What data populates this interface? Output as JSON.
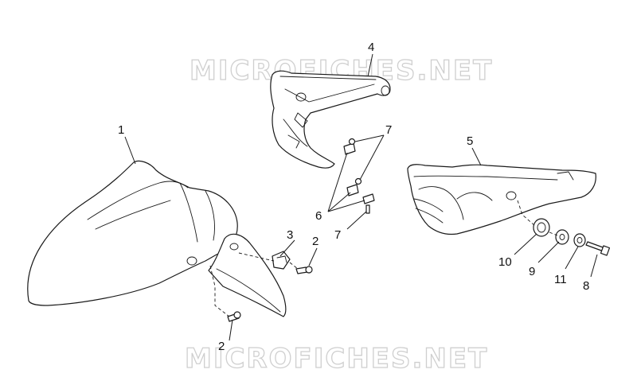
{
  "watermark": "MICROFICHES.NET",
  "colors": {
    "line": "#1a1a1a",
    "watermark": "#cfcfcf",
    "background": "#ffffff"
  },
  "callouts": {
    "c1": "1",
    "c2a": "2",
    "c2b": "2",
    "c3": "3",
    "c4": "4",
    "c5": "5",
    "c6": "6",
    "c7a": "7",
    "c7b": "7",
    "c8": "8",
    "c9": "9",
    "c10": "10",
    "c11": "11"
  }
}
